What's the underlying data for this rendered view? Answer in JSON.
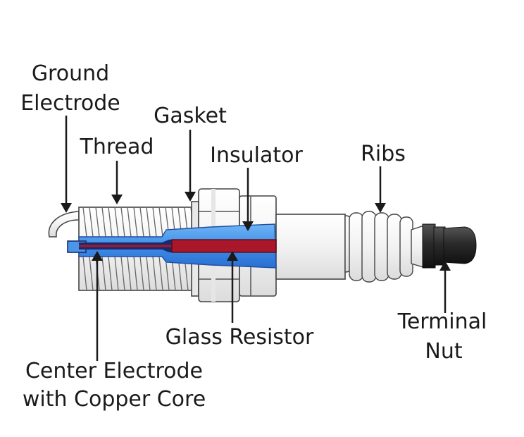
{
  "labels": {
    "ground_electrode": [
      "Ground",
      "Electrode"
    ],
    "thread": "Thread",
    "gasket": "Gasket",
    "insulator": "Insulator",
    "ribs": "Ribs",
    "terminal_nut": [
      "Terminal",
      "Nut"
    ],
    "glass_resistor": "Glass Resistor",
    "center_electrode": [
      "Center Electrode",
      "with Copper Core"
    ]
  },
  "colors": {
    "insulator_blue": "#3f8ee8",
    "insulator_light": "#5aa6f0",
    "resistor_red": "#a8182a",
    "core_navy": "#1b2a6e",
    "body_white": "#f4f4f4",
    "terminal_dark": "#2b2b2b",
    "text": "#1a1a1a"
  }
}
